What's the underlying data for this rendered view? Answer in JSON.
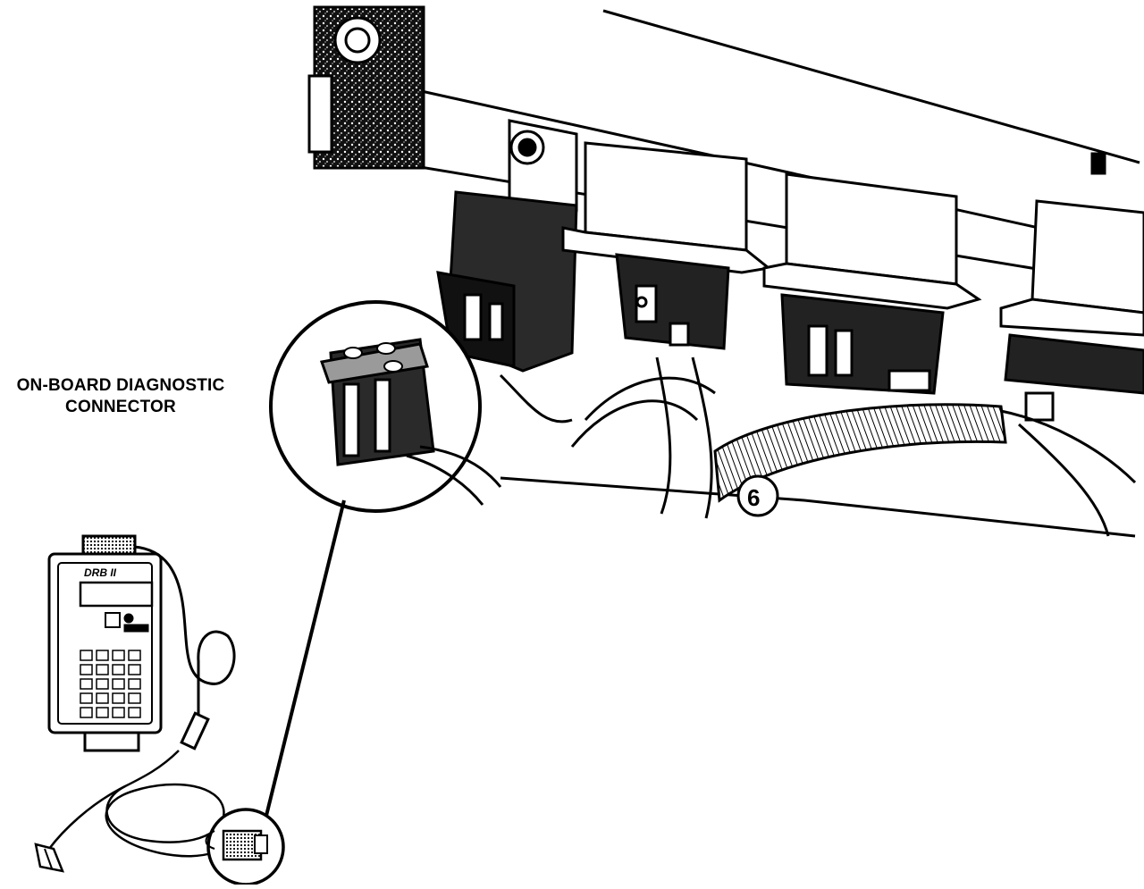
{
  "callout": {
    "line1": "ON-BOARD DIAGNOSTIC",
    "line2": "CONNECTOR"
  },
  "scan_tool": {
    "brand_text": "DRB II"
  },
  "palette": {
    "ink": "#000000",
    "paper": "#ffffff",
    "mid_gray": "#9a9a9a",
    "dark_gray": "#2a2a2a"
  }
}
